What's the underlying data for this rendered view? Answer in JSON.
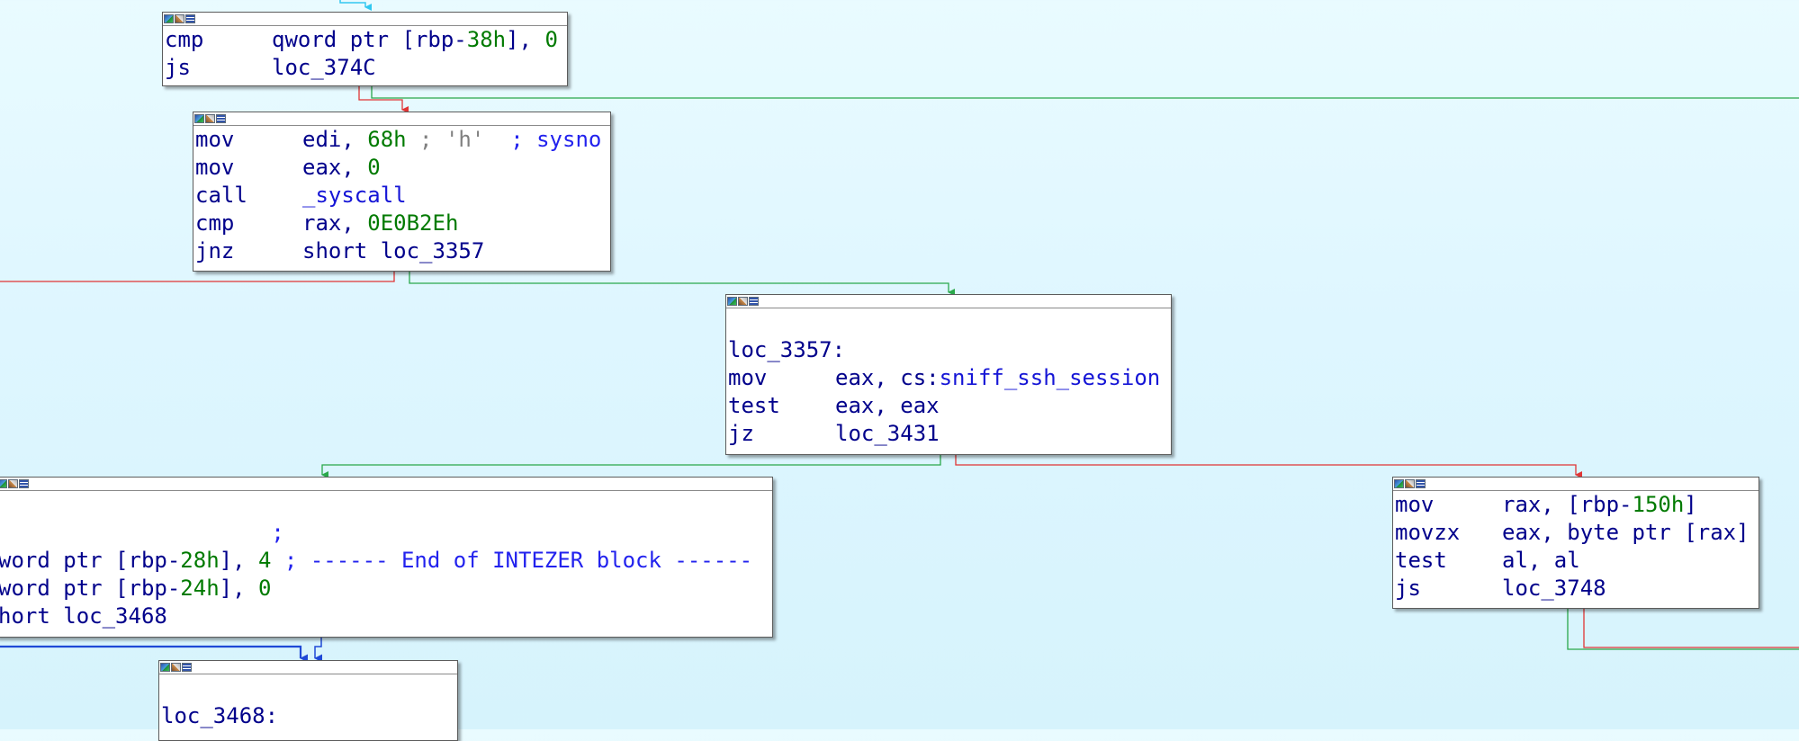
{
  "colors": {
    "background_top": "#e9fbff",
    "background_bottom": "#d6f3fc",
    "edge_true": "#2aa84a",
    "edge_false": "#e03535",
    "edge_unconditional": "#1f49d6",
    "edge_entry": "#32c8f0",
    "mnemonic_text": "#00008b",
    "number_text": "#007a00",
    "comment_text": "#2222ee",
    "string_text": "#808080"
  },
  "header_icons": [
    "graph-overview-icon",
    "edit-node-icon",
    "text-view-icon"
  ],
  "nodes": [
    {
      "id": "node-3300",
      "lines": [
        {
          "mnemonic": "cmp",
          "operands": [
            {
              "t": "qword ptr [rbp-"
            },
            {
              "t": "38h",
              "c": "num"
            },
            {
              "t": "], "
            },
            {
              "t": "0",
              "c": "num"
            }
          ]
        },
        {
          "mnemonic": "js",
          "operands": [
            {
              "t": "loc_374C"
            }
          ]
        }
      ]
    },
    {
      "id": "node-syscall",
      "lines": [
        {
          "mnemonic": "mov",
          "operands": [
            {
              "t": "edi, "
            },
            {
              "t": "68h",
              "c": "num"
            },
            {
              "t": " ; 'h'",
              "c": "str"
            },
            {
              "t": "  ; sysno",
              "c": "cmt"
            }
          ]
        },
        {
          "mnemonic": "mov",
          "operands": [
            {
              "t": "eax, "
            },
            {
              "t": "0",
              "c": "num"
            }
          ]
        },
        {
          "mnemonic": "call",
          "operands": [
            {
              "t": "_syscall",
              "c": "sym"
            }
          ]
        },
        {
          "mnemonic": "cmp",
          "operands": [
            {
              "t": "rax, "
            },
            {
              "t": "0E0B2Eh",
              "c": "num"
            }
          ]
        },
        {
          "mnemonic": "jnz",
          "operands": [
            {
              "t": "short loc_3357"
            }
          ]
        }
      ]
    },
    {
      "id": "node-loc-3357",
      "lines": [
        {
          "blank": true
        },
        {
          "label": "loc_3357:"
        },
        {
          "mnemonic": "mov",
          "operands": [
            {
              "t": "eax, cs:"
            },
            {
              "t": "sniff_ssh_session",
              "c": "sym"
            }
          ]
        },
        {
          "mnemonic": "test",
          "operands": [
            {
              "t": "eax, eax"
            }
          ]
        },
        {
          "mnemonic": "jz",
          "operands": [
            {
              "t": "loc_3431"
            }
          ]
        }
      ]
    },
    {
      "id": "node-intezer-end",
      "lines": [
        {
          "blank": true
        },
        {
          "label": "                     ;",
          "c": "cmt"
        },
        {
          "text": [
            {
              "t": "word ptr [rbp-"
            },
            {
              "t": "28h",
              "c": "num"
            },
            {
              "t": "], "
            },
            {
              "t": "4",
              "c": "num"
            },
            {
              "t": " ; ------ End of INTEZER block ------",
              "c": "cmt"
            }
          ]
        },
        {
          "text": [
            {
              "t": "word ptr [rbp-"
            },
            {
              "t": "24h",
              "c": "num"
            },
            {
              "t": "], "
            },
            {
              "t": "0",
              "c": "num"
            }
          ]
        },
        {
          "text": [
            {
              "t": "hort loc_3468"
            }
          ]
        }
      ]
    },
    {
      "id": "node-rbp-150",
      "lines": [
        {
          "mnemonic": "mov",
          "operands": [
            {
              "t": "rax, [rbp-"
            },
            {
              "t": "150h",
              "c": "num"
            },
            {
              "t": "]"
            }
          ]
        },
        {
          "mnemonic": "movzx",
          "operands": [
            {
              "t": "eax, byte ptr [rax]"
            }
          ]
        },
        {
          "mnemonic": "test",
          "operands": [
            {
              "t": "al, al"
            }
          ]
        },
        {
          "mnemonic": "js",
          "operands": [
            {
              "t": "loc_3748"
            }
          ]
        }
      ]
    },
    {
      "id": "node-loc-3468",
      "lines": [
        {
          "blank": true
        },
        {
          "label": "loc_3468:"
        }
      ]
    }
  ]
}
